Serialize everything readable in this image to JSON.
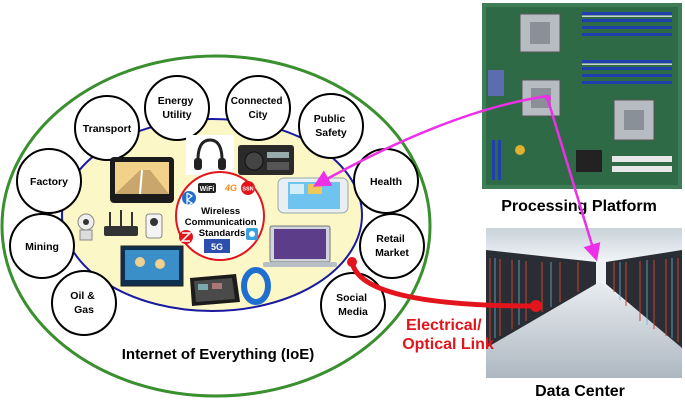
{
  "ioe": {
    "title": "Internet of Everything (IoE)",
    "sectors": [
      {
        "lines": [
          "Energy",
          "Utility"
        ]
      },
      {
        "lines": [
          "Connected",
          "City"
        ]
      },
      {
        "lines": [
          "Public",
          "Safety"
        ]
      },
      {
        "lines": [
          "Transport"
        ]
      },
      {
        "lines": [
          "Factory"
        ]
      },
      {
        "lines": [
          "Health"
        ]
      },
      {
        "lines": [
          "Mining"
        ]
      },
      {
        "lines": [
          "Retail",
          "Market"
        ]
      },
      {
        "lines": [
          "Oil &",
          "Gas"
        ]
      },
      {
        "lines": [
          "Social",
          "Media"
        ]
      }
    ],
    "wireless": {
      "lines": [
        "Wireless",
        "Communication",
        "Standards"
      ],
      "badges": [
        "WiFi",
        "4G",
        "SSN",
        "5G"
      ]
    }
  },
  "processing_platform": {
    "label": "Processing Platform"
  },
  "data_center": {
    "label": "Data Center"
  },
  "link": {
    "lines": [
      "Electrical/",
      "Optical Link"
    ],
    "color": "#e3141b"
  },
  "colors": {
    "outer_ellipse_stroke": "#3a8f2e",
    "inner_ellipse_stroke": "#1a1aa0",
    "inner_ellipse_fill": "#fbf7c6",
    "arrow": "#ee2fe8",
    "link": "#e3141b"
  },
  "icons": [
    "headphones-icon",
    "radio-icon",
    "gps-device-icon",
    "smartphone-icon",
    "ip-camera-icon",
    "router-icon",
    "laptop-icon",
    "smart-tv-icon",
    "tablet-icon",
    "fitness-band-icon",
    "bluetooth-icon",
    "zigbee-icon",
    "motherboard-image",
    "server-racks-image"
  ]
}
